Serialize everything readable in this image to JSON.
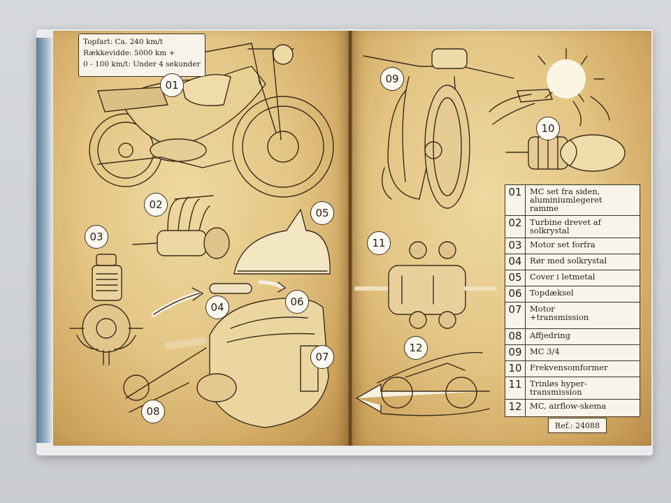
{
  "specs": {
    "top_speed": "Topfart: Ca. 240 km/t",
    "range": "Rækkevidde: 5000 km +",
    "acceleration": "0 - 100 km/t: Under 4 sekunder"
  },
  "callouts": [
    "01",
    "02",
    "03",
    "04",
    "05",
    "06",
    "07",
    "08",
    "09",
    "10",
    "11",
    "12"
  ],
  "legend": [
    {
      "num": "01",
      "text": "MC set fra siden,\naluminiumlegeret\nramme"
    },
    {
      "num": "02",
      "text": "Turbine drevet af\nsolkrystal"
    },
    {
      "num": "03",
      "text": "Motor set forfra"
    },
    {
      "num": "04",
      "text": "Rør med solkrystal"
    },
    {
      "num": "05",
      "text": "Cover i letmetal"
    },
    {
      "num": "06",
      "text": "Topdæksel"
    },
    {
      "num": "07",
      "text": "Motor\n+transmission"
    },
    {
      "num": "08",
      "text": "Affjedring"
    },
    {
      "num": "09",
      "text": "MC 3/4"
    },
    {
      "num": "10",
      "text": "Frekvensomformer"
    },
    {
      "num": "11",
      "text": "Trinløs hyper-\ntransmission"
    },
    {
      "num": "12",
      "text": "MC, airflow-skema"
    }
  ],
  "ref": "Ref.: 24088",
  "colors": {
    "paper": "#e4c685",
    "ink": "#3b3024",
    "label_bg": "#f8f4ea"
  }
}
